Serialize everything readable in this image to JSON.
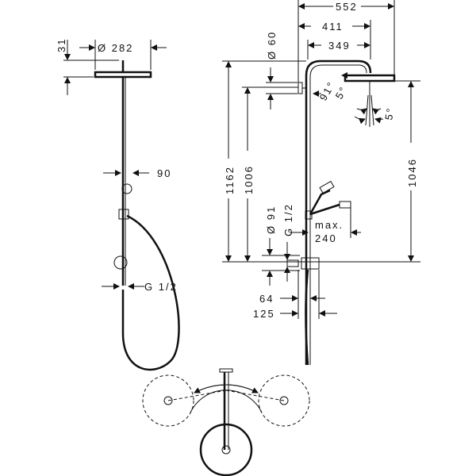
{
  "left_view": {
    "dim_head_height": "31",
    "dim_head_diameter": "Ø 282",
    "dim_hand_shower": "90",
    "dim_connection": "G 1/2"
  },
  "right_view": {
    "dim_total_width": "552",
    "dim_arm_outer": "411",
    "dim_arm_inner": "349",
    "dim_wall_bracket": "Ø 60",
    "dim_rotation_angle": "91°",
    "dim_tilt_angle": "5°",
    "dim_spray_angle": "5°",
    "dim_total_height": "1162",
    "dim_bracket_height": "1006",
    "dim_head_height": "1046",
    "dim_rosette": "Ø 91",
    "dim_connection": "G 1/2",
    "dim_max_label": "max.",
    "dim_max_value": "240",
    "dim_projection_inner": "64",
    "dim_projection_outer": "125"
  }
}
